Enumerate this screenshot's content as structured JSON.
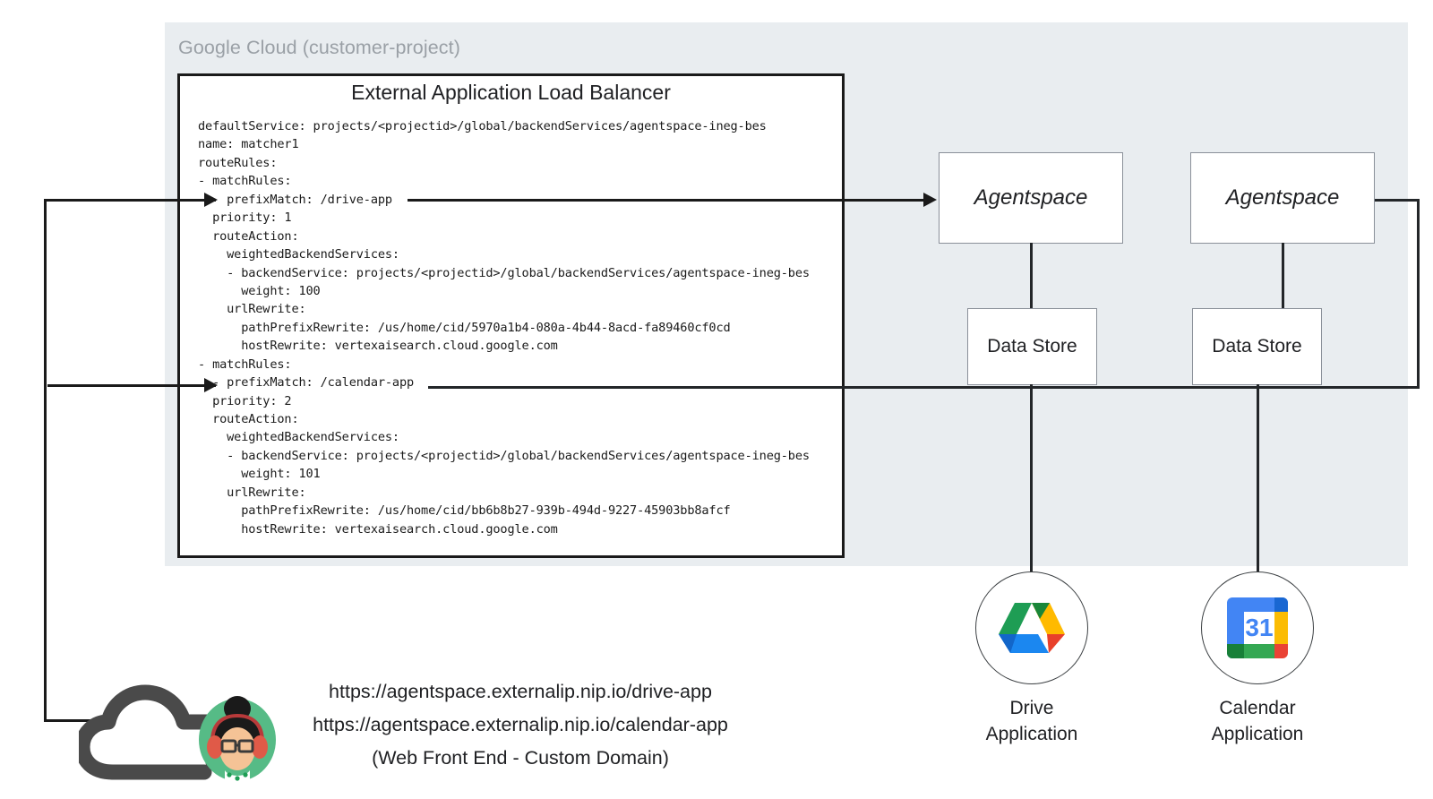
{
  "diagram": {
    "cloud_panel_label": "Google Cloud (customer-project)",
    "panel_color": "#e9edf0"
  },
  "load_balancer": {
    "title": "External Application Load Balancer",
    "yaml_lines": [
      "defaultService: projects/<projectid>/global/backendServices/agentspace-ineg-bes",
      "name: matcher1",
      "routeRules:",
      "- matchRules:",
      "    prefixMatch: /drive-app",
      "  priority: 1",
      "  routeAction:",
      "    weightedBackendServices:",
      "    - backendService: projects/<projectid>/global/backendServices/agentspace-ineg-bes",
      "      weight: 100",
      "    urlRewrite:",
      "      pathPrefixRewrite: /us/home/cid/5970a1b4-080a-4b44-8acd-fa89460cf0cd",
      "      hostRewrite: vertexaisearch.cloud.google.com",
      "- matchRules:",
      "  - prefixMatch: /calendar-app",
      "  priority: 2",
      "  routeAction:",
      "    weightedBackendServices:",
      "    - backendService: projects/<projectid>/global/backendServices/agentspace-ineg-bes",
      "      weight: 101",
      "    urlRewrite:",
      "      pathPrefixRewrite: /us/home/cid/bb6b8b27-939b-494d-9227-45903bb8afcf",
      "      hostRewrite: vertexaisearch.cloud.google.com"
    ],
    "route_rules": [
      {
        "match_prefix": "/drive-app",
        "priority": "1",
        "backend_service": "projects/<projectid>/global/backendServices/agentspace-ineg-bes",
        "weight": "100",
        "path_prefix_rewrite": "/us/home/cid/5970a1b4-080a-4b44-8acd-fa89460cf0cd",
        "host_rewrite": "vertexaisearch.cloud.google.com"
      },
      {
        "match_prefix": "/calendar-app",
        "priority": "2",
        "backend_service": "projects/<projectid>/global/backendServices/agentspace-ineg-bes",
        "weight": "101",
        "path_prefix_rewrite": "/us/home/cid/bb6b8b27-939b-494d-9227-45903bb8afcf",
        "host_rewrite": "vertexaisearch.cloud.google.com"
      }
    ],
    "default_service": "projects/<projectid>/global/backendServices/agentspace-ineg-bes",
    "name": "matcher1"
  },
  "nodes": {
    "agentspace_left": "Agentspace",
    "agentspace_right": "Agentspace",
    "datastore_left": "Data Store",
    "datastore_right": "Data Store"
  },
  "applications": [
    {
      "icon": "google-drive-icon",
      "label": "Drive\nApplication",
      "line1": "Drive",
      "line2": "Application"
    },
    {
      "icon": "google-calendar-icon",
      "label": "Calendar\nApplication",
      "line1": "Calendar",
      "line2": "Application",
      "day_number": "31"
    }
  ],
  "front_end": {
    "url_drive": "https://agentspace.externalip.nip.io/drive-app",
    "url_calendar": "https://agentspace.externalip.nip.io/calendar-app",
    "caption": "(Web Front End - Custom Domain)",
    "icon_cloud": "cloud-icon",
    "icon_user": "user-avatar-icon"
  },
  "colors": {
    "panel_gray": "#e9edf0",
    "line_black": "#1a1a1a",
    "box_border": "#8a9099",
    "label_gray": "#9aa0a6",
    "drive_green": "#1e9d54",
    "drive_yellow": "#ffba00",
    "drive_blue": "#1b87f0",
    "drive_red": "#e8402a",
    "calendar_blue": "#4285f4",
    "calendar_darkblue": "#1967d2",
    "calendar_yellow": "#fbbc04",
    "calendar_green": "#34a853",
    "calendar_darkgreen": "#188038",
    "calendar_red": "#ea4335",
    "avatar_green": "#56bb86"
  }
}
